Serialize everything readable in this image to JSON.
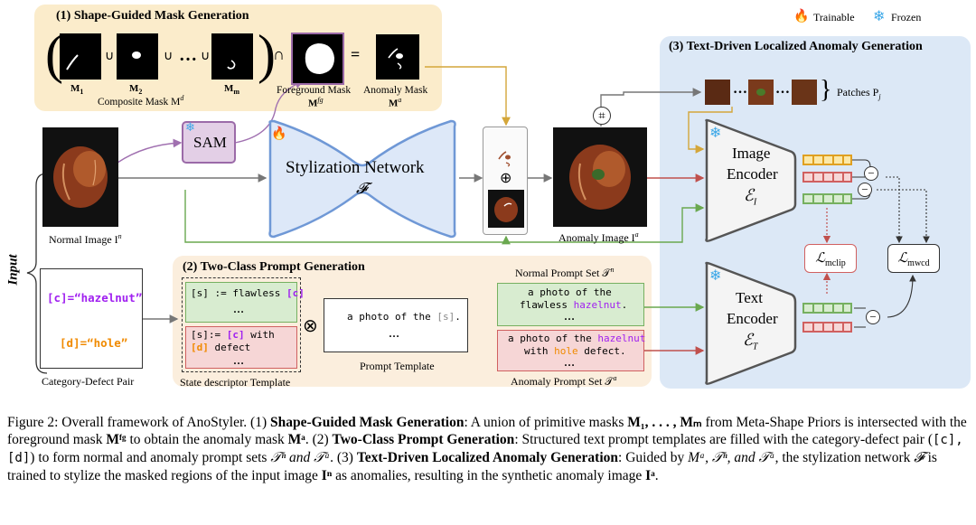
{
  "legend": {
    "trainable": "Trainable",
    "frozen": "Frozen"
  },
  "input_label": "Input",
  "section1": {
    "title": "(1) Shape-Guided Mask Generation",
    "m1": "M",
    "m1_sub": "1",
    "m2": "M",
    "m2_sub": "2",
    "mm": "M",
    "mm_sub": "m",
    "union": "∪",
    "ellipsis": "…",
    "intersect": "∩",
    "equals": "=",
    "composite_label": "Composite Mask M",
    "composite_sup": "d",
    "foreground_label": "Foreground Mask",
    "foreground_sym": "M",
    "foreground_sup": "fg",
    "anomaly_label": "Anomaly Mask",
    "anomaly_sym": "M",
    "anomaly_sup": "a"
  },
  "sam_label": "SAM",
  "normal_image_label": "Normal Image I",
  "normal_image_sup": "n",
  "stylization": {
    "title": "Stylization Network",
    "symbol": "𝓕"
  },
  "oplus": "⊕",
  "crop_symbol": "⌗",
  "anomaly_image_label": "Anomaly Image I",
  "anomaly_image_sup": "a",
  "patches_label": "Patches P",
  "patches_sub": "j",
  "section3": {
    "title": "(3) Text-Driven Localized Anomaly Generation"
  },
  "image_encoder": {
    "line1": "Image",
    "line2": "Encoder",
    "symbol": "ℰ",
    "sub": "I"
  },
  "text_encoder": {
    "line1": "Text",
    "line2": "Encoder",
    "symbol": "ℰ",
    "sub": "T"
  },
  "loss_mclip": {
    "symbol": "ℒ",
    "sub": "mclip"
  },
  "loss_mwcd": {
    "symbol": "ℒ",
    "sub": "mwcd"
  },
  "section2": {
    "title": "(2) Two-Class Prompt Generation"
  },
  "category_defect": {
    "c_line": "[c]=“hazelnut”",
    "d_line": "[d]=“hole”",
    "label": "Category-Defect Pair"
  },
  "state_template": {
    "flawless_prefix": "[s] := flawless ",
    "flawless_c": "[c]",
    "dots1": "…",
    "defect_prefix": "[s]:= ",
    "defect_c": "[c]",
    "defect_with": " with",
    "defect_d": "[d]",
    "defect_word": " defect",
    "dots2": "…",
    "label": "State descriptor Template"
  },
  "otimes": "⊗",
  "prompt_template": {
    "line1": "a photo of the ",
    "s": "[s]",
    "period": ".",
    "dots": "…",
    "label": "Prompt Template"
  },
  "normal_set": {
    "label": "Normal Prompt Set 𝒯",
    "sup": "n",
    "line1": "a photo of the",
    "line2a": "flawless ",
    "line2b": "hazelnut",
    "line2c": ".",
    "dots": "…"
  },
  "anomaly_set": {
    "label": "Anomaly Prompt Set 𝒯",
    "sup": "a",
    "line1a": "a photo of the ",
    "line1b": "hazelnut",
    "line2a": "with ",
    "line2b": "hole",
    "line2c": " defect.",
    "dots": "…"
  },
  "caption": {
    "p1": "Figure 2: Overall framework of AnoStyler. (1) ",
    "b1": "Shape-Guided Mask Generation",
    "p2": ": A union of primitive masks ",
    "p2m": "M₁, . . . , Mₘ",
    "p3": "from Meta-Shape Priors is intersected with the foreground mask ",
    "p3m": "Mᶠᵍ",
    "p4": " to obtain the anomaly mask ",
    "p4m": "Mᵃ",
    "p5": ". (2) ",
    "b2": "Two-Class Prompt Generation",
    "p6": ": Structured text prompt templates are filled with the category-defect pair (",
    "p6m": "[c], [d]",
    "p7": ") to form normal and anomaly prompt sets ",
    "p7m": "𝒯ⁿ and 𝒯ᵃ",
    "p8": ". (3) ",
    "b3": "Text-Driven Localized Anomaly Generation",
    "p9": ": Guided by ",
    "p9m": "Mᵃ, 𝒯ⁿ, and 𝒯ᵃ",
    "p10": ", the stylization network ",
    "p10m": "𝓕",
    "p11": " is trained to stylize the masked regions of the input image ",
    "p11m": "Iⁿ",
    "p12": " as anomalies, resulting in the synthetic anomaly image ",
    "p12m": "Iᵃ",
    "p13": "."
  },
  "colors": {
    "section1_bg": "#fbeccb",
    "section2_bg": "#fbeedd",
    "section3_bg": "#dce8f6",
    "sam_fill": "#e3cfe6",
    "sam_border": "#9b6aa8",
    "network_fill": "#dde8f8",
    "network_border": "#6f98d6",
    "normal_green": "#d8ecd0",
    "normal_border": "#76b060",
    "anomaly_red": "#f6d6d6",
    "anomaly_border": "#d06060",
    "purple_text": "#a020f0",
    "orange_text": "#f08a00"
  }
}
